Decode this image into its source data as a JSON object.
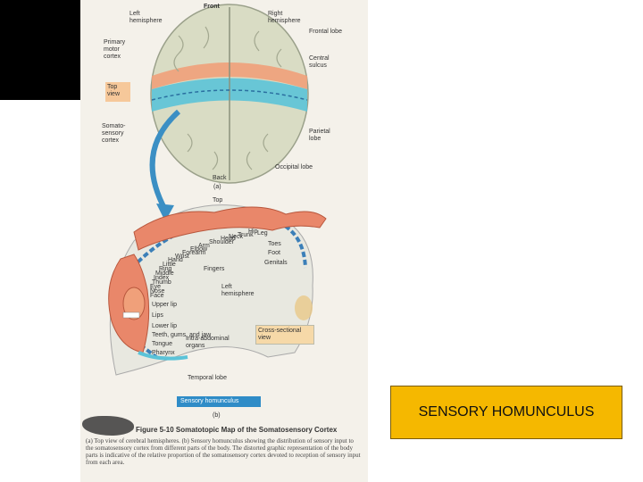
{
  "diagram": {
    "top_view": {
      "front": "Front",
      "back": "Back",
      "left_hemisphere": "Left hemisphere",
      "right_hemisphere": "Right hemisphere",
      "primary_motor_cortex": "Primary motor cortex",
      "frontal_lobe": "Frontal lobe",
      "central_sulcus": "Central sulcus",
      "top_view_tag": "Top view",
      "somatosensory_cortex": "Somato-sensory cortex",
      "parietal_lobe": "Parietal lobe",
      "occipital_lobe": "Occipital lobe",
      "panel_a": "(a)"
    },
    "cross_section": {
      "top": "Top",
      "body_parts": [
        "Genitals",
        "Toes",
        "Foot",
        "Leg",
        "Hip",
        "Trunk",
        "Neck",
        "Head",
        "Shoulder",
        "Arm",
        "Elbow",
        "Forearm",
        "Wrist",
        "Hand",
        "Little",
        "Ring",
        "Middle",
        "Index",
        "Thumb",
        "Eye",
        "Nose",
        "Face"
      ],
      "upper_lip": "Upper lip",
      "lips": "Lips",
      "lower_lip": "Lower lip",
      "teeth": "Teeth, gums, and jaw",
      "tongue": "Tongue",
      "pharynx": "Pharynx",
      "intra_abdominal": "Intra-abdominal organs",
      "fingers": "Fingers",
      "left_hemisphere": "Left hemisphere",
      "cross_sectional_view": "Cross-sectional view",
      "temporal_lobe": "Temporal lobe",
      "sensory_homunculus": "Sensory homunculus",
      "panel_b": "(b)"
    },
    "figure_title": "Figure 5-10 Somatotopic Map of the Somatosensory Cortex",
    "figure_caption": "(a) Top view of cerebral hemispheres. (b) Sensory homunculus showing the distribution of sensory input to the somatosensory cortex from different parts of the body. The distorted graphic representation of the body parts is indicative of the relative proportion of the somatosensory cortex devoted to reception of sensory input from each area."
  },
  "slide_caption": "SENSORY HOMUNCULUS",
  "colors": {
    "accent_box": "#f5b800",
    "motor_cortex": "#f0a07a",
    "sensory_cortex": "#5bc3d8",
    "brain": "#d9dcc4"
  }
}
